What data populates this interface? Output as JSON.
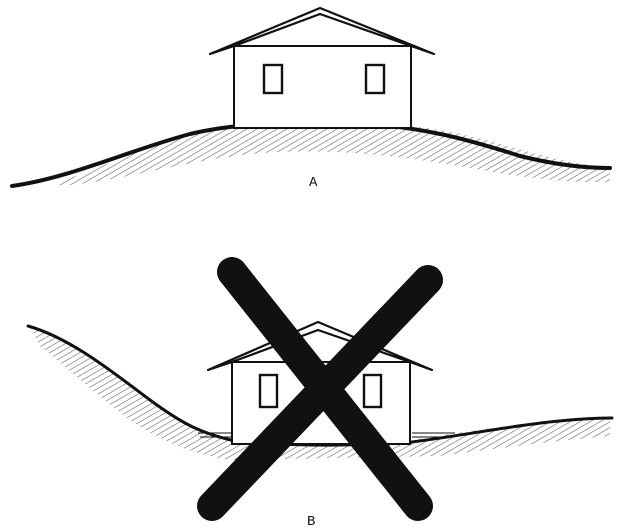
{
  "figure": {
    "panel_a": {
      "label": "A",
      "ink_color": "#111111",
      "status": "correct"
    },
    "panel_b": {
      "label": "B",
      "ink_color": "#111111",
      "status": "incorrect",
      "mark": "cross-out-icon"
    }
  }
}
